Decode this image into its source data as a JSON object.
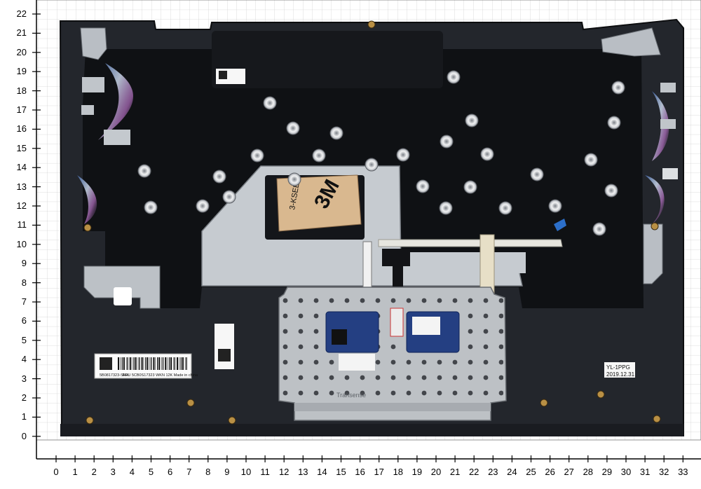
{
  "ruler": {
    "y_labels": [
      "22",
      "21",
      "20",
      "19",
      "18",
      "17",
      "16",
      "15",
      "14",
      "13",
      "12",
      "11",
      "10",
      "9",
      "8",
      "7",
      "6",
      "5",
      "4",
      "3",
      "2",
      "1",
      "0"
    ],
    "x_labels": [
      "0",
      "1",
      "2",
      "3",
      "4",
      "5",
      "6",
      "7",
      "8",
      "9",
      "10",
      "11",
      "12",
      "13",
      "14",
      "15",
      "16",
      "17",
      "18",
      "19",
      "20",
      "21",
      "22",
      "23",
      "24",
      "25",
      "26",
      "27",
      "28",
      "29",
      "30",
      "31",
      "32",
      "33"
    ]
  },
  "labels": {
    "barcode_line1": "5B0817323-SMX",
    "barcode_line2": "FRU 5CB0S17323 WKN 12K Made in china",
    "model_line1": "YL-1PPG",
    "model_line2": "2019.12.31",
    "tape_brand": "3M",
    "flex_code": "3-KSEE",
    "touchpad_text": "Transense"
  },
  "colors": {
    "chassis": "#22252b",
    "bracket": "#c3c8cd",
    "touchpad_plate": "#b9bdc1",
    "board_blue": "#1f3f85",
    "tape": "#d8b98e"
  }
}
